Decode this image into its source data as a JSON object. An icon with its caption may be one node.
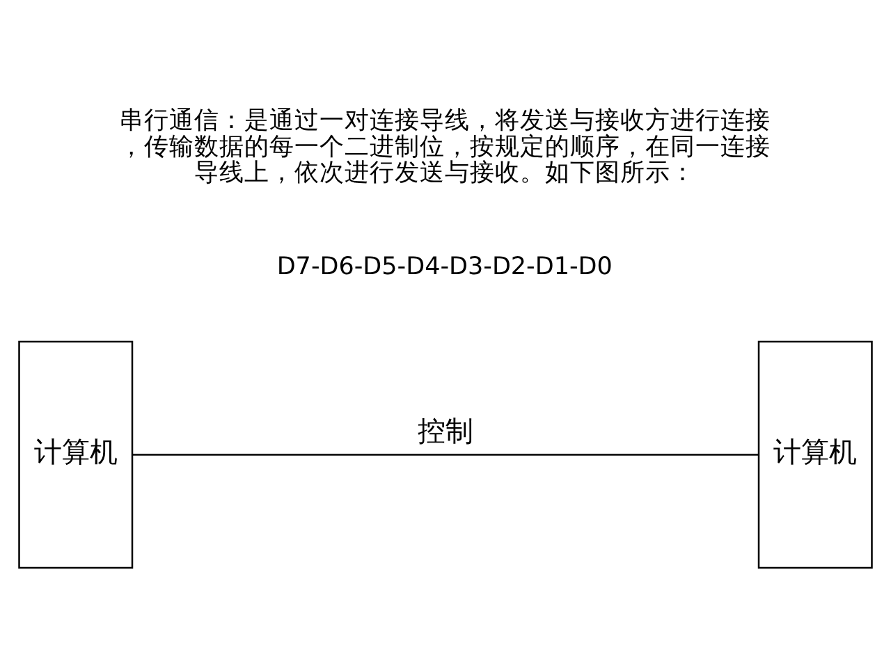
{
  "diagram": {
    "nodes": [
      {
        "text": [
          "计算机"
        ]
      },
      {
        "text": [
          "计算机"
        ]
      }
    ],
    "edges": [
      {
        "from": 0,
        "to": 1,
        "arrow": "none",
        "label": "控制"
      }
    ],
    "labels": [
      "串行通信：是通过一对连接导线，将发送与接收方进行连接，传输数据的每一个二进制位，按规定的顺序，在同一连接导线上，依次进行发送与接收。如下图所示：",
      "D7-D6-D5-D4-D3-D2-D1-D0"
    ]
  }
}
